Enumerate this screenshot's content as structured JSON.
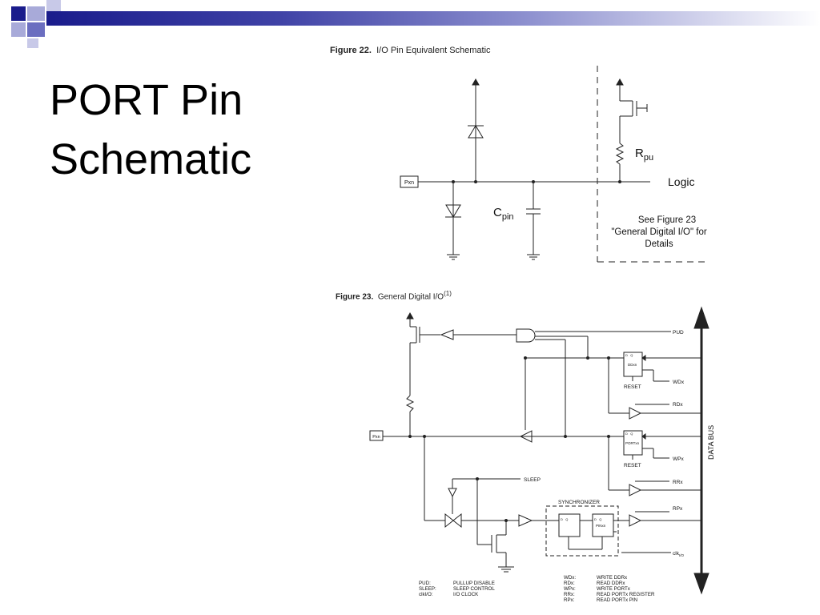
{
  "slide": {
    "title_line1": "PORT Pin",
    "title_line2": "Schematic"
  },
  "theme": {
    "accent_dark": "#1a1c8c",
    "accent_mid": "#6b6ec0",
    "accent_light": "#a8aad9"
  },
  "fig22": {
    "caption_bold": "Figure 22.",
    "caption_text": "I/O Pin Equivalent Schematic",
    "pin_label": "Pxn",
    "cap_label_main": "C",
    "cap_label_sub": "pin",
    "res_label_main": "R",
    "res_label_sub": "pu",
    "logic_label": "Logic",
    "note_line1": "See Figure 23",
    "note_line2": "\"General Digital I/O\" for",
    "note_line3": "Details"
  },
  "fig23": {
    "caption_bold": "Figure 23.",
    "caption_text": "General Digital I/O",
    "caption_sup": "(1)",
    "pin_label": "Pxn",
    "pud": "PUD",
    "ddr_box": "DDxn",
    "wdx": "WDx",
    "reset1": "RESET",
    "rdx": "RDx",
    "port_box": "PORTxn",
    "wpx": "WPx",
    "reset2": "RESET",
    "rrx": "RRx",
    "sleep": "SLEEP",
    "synchronizer": "SYNCHRONIZER",
    "pin_box": "PINxn",
    "rpx": "RPx",
    "clk": "clk",
    "clk_sub": "I/O",
    "data_bus": "DATA BUS",
    "legend_left": [
      {
        "abbr": "PUD:",
        "desc": "PULLUP DISABLE"
      },
      {
        "abbr": "SLEEP:",
        "desc": "SLEEP CONTROL"
      },
      {
        "abbr": "clkI/O:",
        "desc": "I/O CLOCK"
      }
    ],
    "legend_right": [
      {
        "abbr": "WDx:",
        "desc": "WRITE DDRx"
      },
      {
        "abbr": "RDx:",
        "desc": "READ DDRx"
      },
      {
        "abbr": "WPx:",
        "desc": "WRITE PORTx"
      },
      {
        "abbr": "RRx:",
        "desc": "READ PORTx REGISTER"
      },
      {
        "abbr": "RPx:",
        "desc": "READ PORTx PIN"
      }
    ]
  }
}
